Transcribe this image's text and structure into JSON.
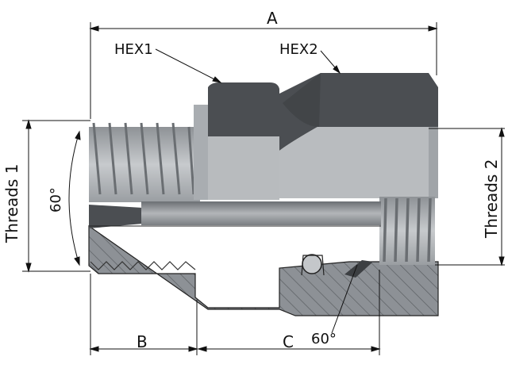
{
  "labels": {
    "a": "A",
    "b": "B",
    "c": "C",
    "hex1": "HEX1",
    "hex2": "HEX2",
    "threads1": "Threads 1",
    "threads2": "Threads 2",
    "angle_left": "60°",
    "angle_bottom": "60°"
  },
  "colors": {
    "body_light": "#b9bcbf",
    "body_mid": "#9fa3a7",
    "hex_dark": "#4b4e52",
    "hex_shadow": "#3c3f42",
    "section_fill": "#8d9196",
    "hatch": "#5a5e62",
    "line": "#111111"
  }
}
